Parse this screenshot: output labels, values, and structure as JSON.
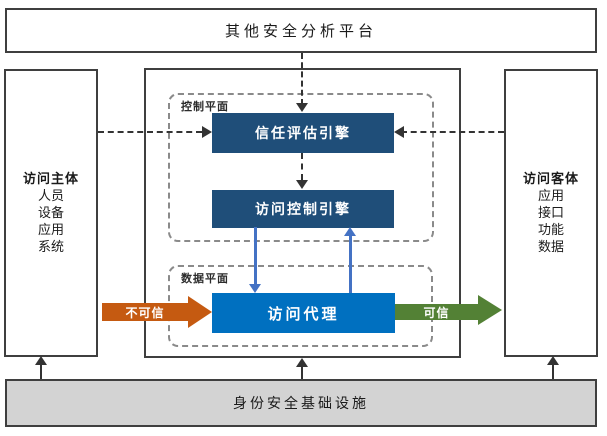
{
  "diagram": {
    "top_platform": "其他安全分析平台",
    "access_subject": {
      "title": "访问主体",
      "items": [
        "人员",
        "设备",
        "应用",
        "系统"
      ]
    },
    "access_object": {
      "title": "访问客体",
      "items": [
        "应用",
        "接口",
        "功能",
        "数据"
      ]
    },
    "control_plane": {
      "label": "控制平面",
      "trust_engine": "信任评估引擎",
      "access_control_engine": "访问控制引擎"
    },
    "data_plane": {
      "label": "数据平面",
      "access_proxy": "访问代理"
    },
    "identity_infrastructure": "身份安全基础设施",
    "flows": {
      "untrusted": "不可信",
      "trusted": "可信"
    },
    "colors": {
      "engine_navy": "#1f4e79",
      "proxy_blue": "#0070c0",
      "arrow_blue": "#4472c4",
      "untrusted_orange": "#c55a11",
      "trusted_green": "#538135",
      "infra_gray": "#d3d3d3"
    }
  }
}
